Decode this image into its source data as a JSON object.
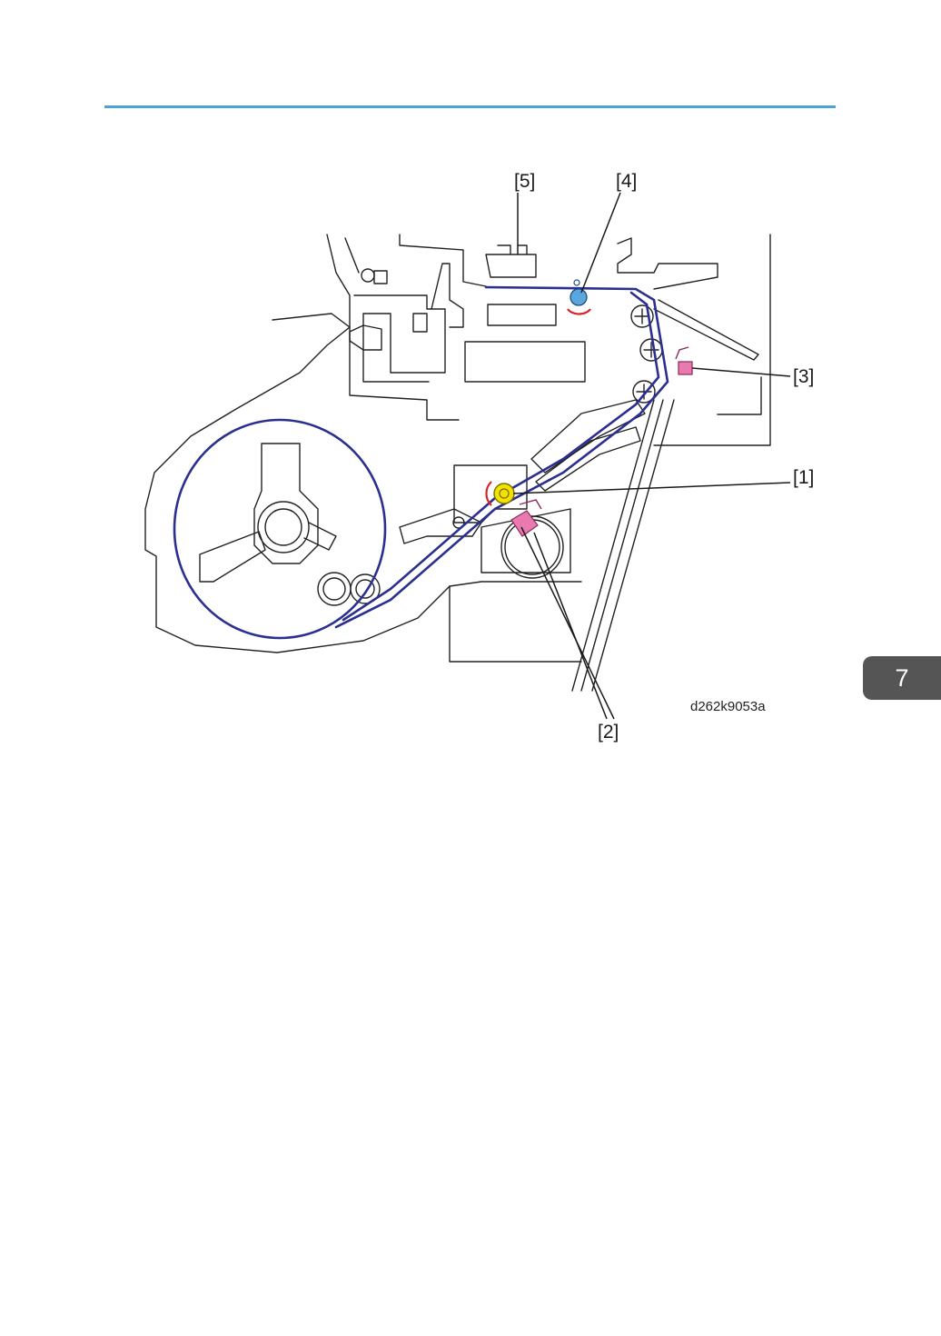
{
  "figure": {
    "callouts": {
      "c1": "[1]",
      "c2": "[2]",
      "c3": "[3]",
      "c4": "[4]",
      "c5": "[5]"
    },
    "drawing_code": "d262k9053a"
  },
  "chapter_tab": {
    "number": "7"
  },
  "colors": {
    "header_rule": "#4aa3d4",
    "paper_path": "#2b2f8f",
    "roller_yellow": "#f3e200",
    "roller_blue": "#5aa7e0",
    "sensor_pink": "#e87ab0",
    "arrow_red": "#d8232a",
    "chapter_tab": "#555555"
  }
}
